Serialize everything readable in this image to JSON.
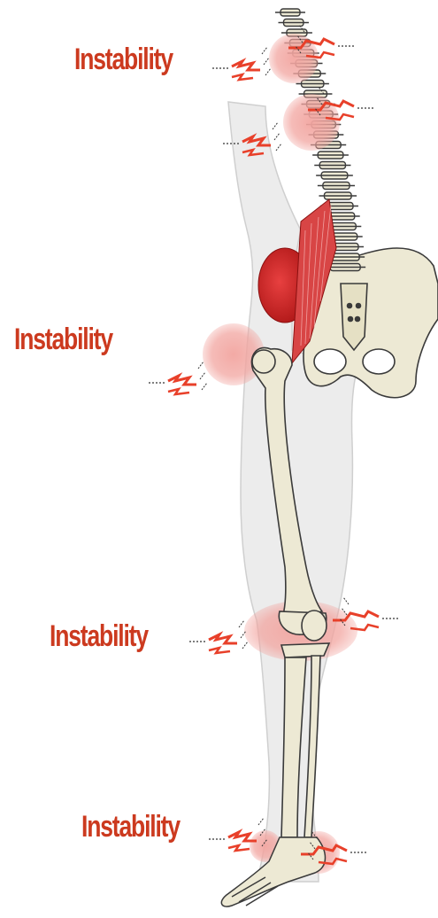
{
  "labels": {
    "spine_upper": "Instability",
    "hip": "Instability",
    "knee": "Instability",
    "ankle": "Instability"
  },
  "colors": {
    "label": "#cc3a1f",
    "zap": "#e8402a",
    "glow": "#f2a5a0",
    "bone": "#ede9d4",
    "bone_outline": "#3a3a3a",
    "skin": "#e6e6e6",
    "muscle": "#cc2222"
  }
}
